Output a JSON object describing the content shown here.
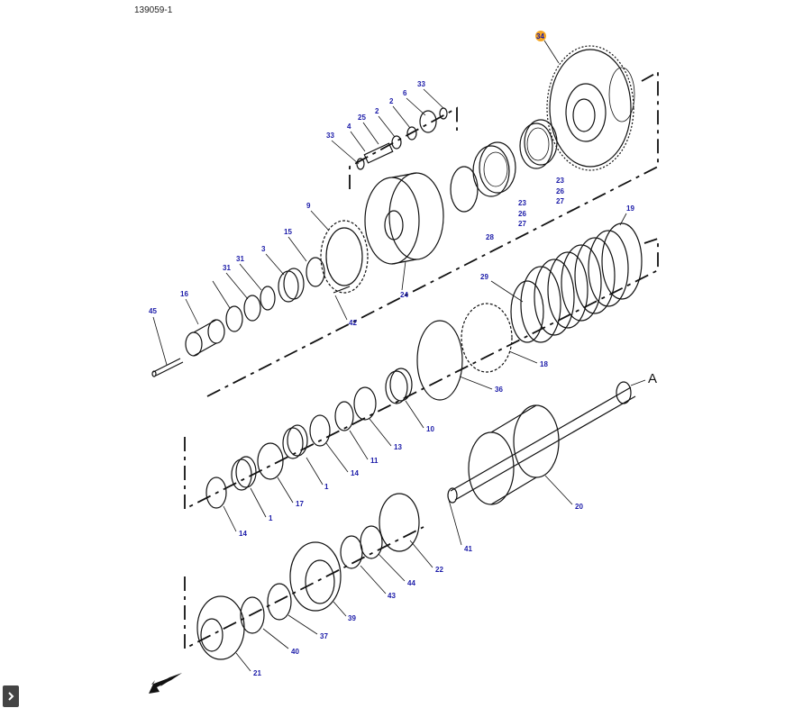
{
  "figure": {
    "id": "139059-1",
    "view_label": "A"
  },
  "highlight_color": "#f5a623",
  "callout_color": "#1a1aa8",
  "callouts": [
    {
      "id": "c34",
      "text": "34",
      "highlight": true
    },
    {
      "id": "c33a",
      "text": "33"
    },
    {
      "id": "c6",
      "text": "6"
    },
    {
      "id": "c2a",
      "text": "2"
    },
    {
      "id": "c2b",
      "text": "2"
    },
    {
      "id": "c25",
      "text": "25"
    },
    {
      "id": "c4",
      "text": "4"
    },
    {
      "id": "c33b",
      "text": "33"
    },
    {
      "id": "c23a",
      "text": "23"
    },
    {
      "id": "c26a",
      "text": "26"
    },
    {
      "id": "c27a",
      "text": "27"
    },
    {
      "id": "c23b",
      "text": "23"
    },
    {
      "id": "c26b",
      "text": "26"
    },
    {
      "id": "c27b",
      "text": "27"
    },
    {
      "id": "c28",
      "text": "28"
    },
    {
      "id": "c9",
      "text": "9"
    },
    {
      "id": "c15",
      "text": "15"
    },
    {
      "id": "c3",
      "text": "3"
    },
    {
      "id": "c31a",
      "text": "31"
    },
    {
      "id": "c31b",
      "text": "31"
    },
    {
      "id": "c16",
      "text": "16"
    },
    {
      "id": "c24",
      "text": "24"
    },
    {
      "id": "c42",
      "text": "42"
    },
    {
      "id": "c45",
      "text": "45"
    },
    {
      "id": "c19",
      "text": "19"
    },
    {
      "id": "c29",
      "text": "29"
    },
    {
      "id": "c18",
      "text": "18"
    },
    {
      "id": "c36",
      "text": "36"
    },
    {
      "id": "c10",
      "text": "10"
    },
    {
      "id": "c13",
      "text": "13"
    },
    {
      "id": "c11",
      "text": "11"
    },
    {
      "id": "c14a",
      "text": "14"
    },
    {
      "id": "c1a",
      "text": "1"
    },
    {
      "id": "c17",
      "text": "17"
    },
    {
      "id": "c1b",
      "text": "1"
    },
    {
      "id": "c14b",
      "text": "14"
    },
    {
      "id": "c20",
      "text": "20"
    },
    {
      "id": "c41",
      "text": "41"
    },
    {
      "id": "c22",
      "text": "22"
    },
    {
      "id": "c44",
      "text": "44"
    },
    {
      "id": "c43",
      "text": "43"
    },
    {
      "id": "c39",
      "text": "39"
    },
    {
      "id": "c37",
      "text": "37"
    },
    {
      "id": "c40",
      "text": "40"
    },
    {
      "id": "c21",
      "text": "21"
    }
  ],
  "toolbar": {
    "expand_icon": "chevron-right-icon"
  }
}
